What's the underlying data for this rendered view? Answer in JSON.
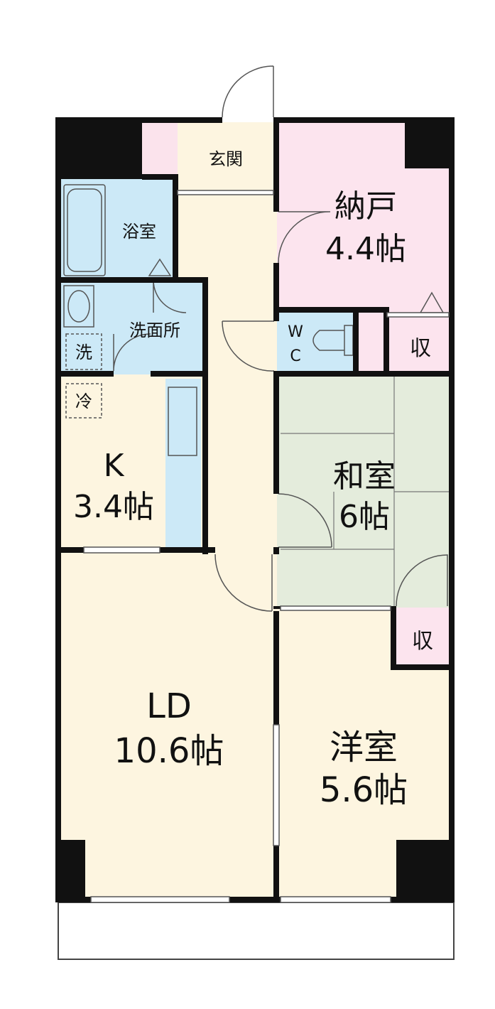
{
  "colors": {
    "wall": "#111111",
    "entrance": "#fbe3ec",
    "storeroom": "#fce4ee",
    "storage": "#fce4ee",
    "wet_area": "#cce9f7",
    "corridor": "#fdf5e0",
    "living": "#fdf5e0",
    "washitsu": "#e4ecdc",
    "outline": "#333333",
    "thin": "#666666"
  },
  "rooms": {
    "genkan": {
      "label": "玄関"
    },
    "nando": {
      "label": "納戸",
      "size": "4.4帖"
    },
    "yokushitsu": {
      "label": "浴室"
    },
    "senmenjo": {
      "label": "洗面所"
    },
    "sentaku": {
      "label": "洗"
    },
    "wc": {
      "label_top": "W",
      "label_bottom": "C"
    },
    "shu_upper": {
      "label": "収"
    },
    "reizoko": {
      "label": "冷"
    },
    "kitchen": {
      "label": "K",
      "size": "3.4帖"
    },
    "washitsu": {
      "label": "和室",
      "size": "6帖"
    },
    "shu_lower": {
      "label": "収"
    },
    "ld": {
      "label": "LD",
      "size": "10.6帖"
    },
    "yoshitsu": {
      "label": "洋室",
      "size": "5.6帖"
    }
  }
}
